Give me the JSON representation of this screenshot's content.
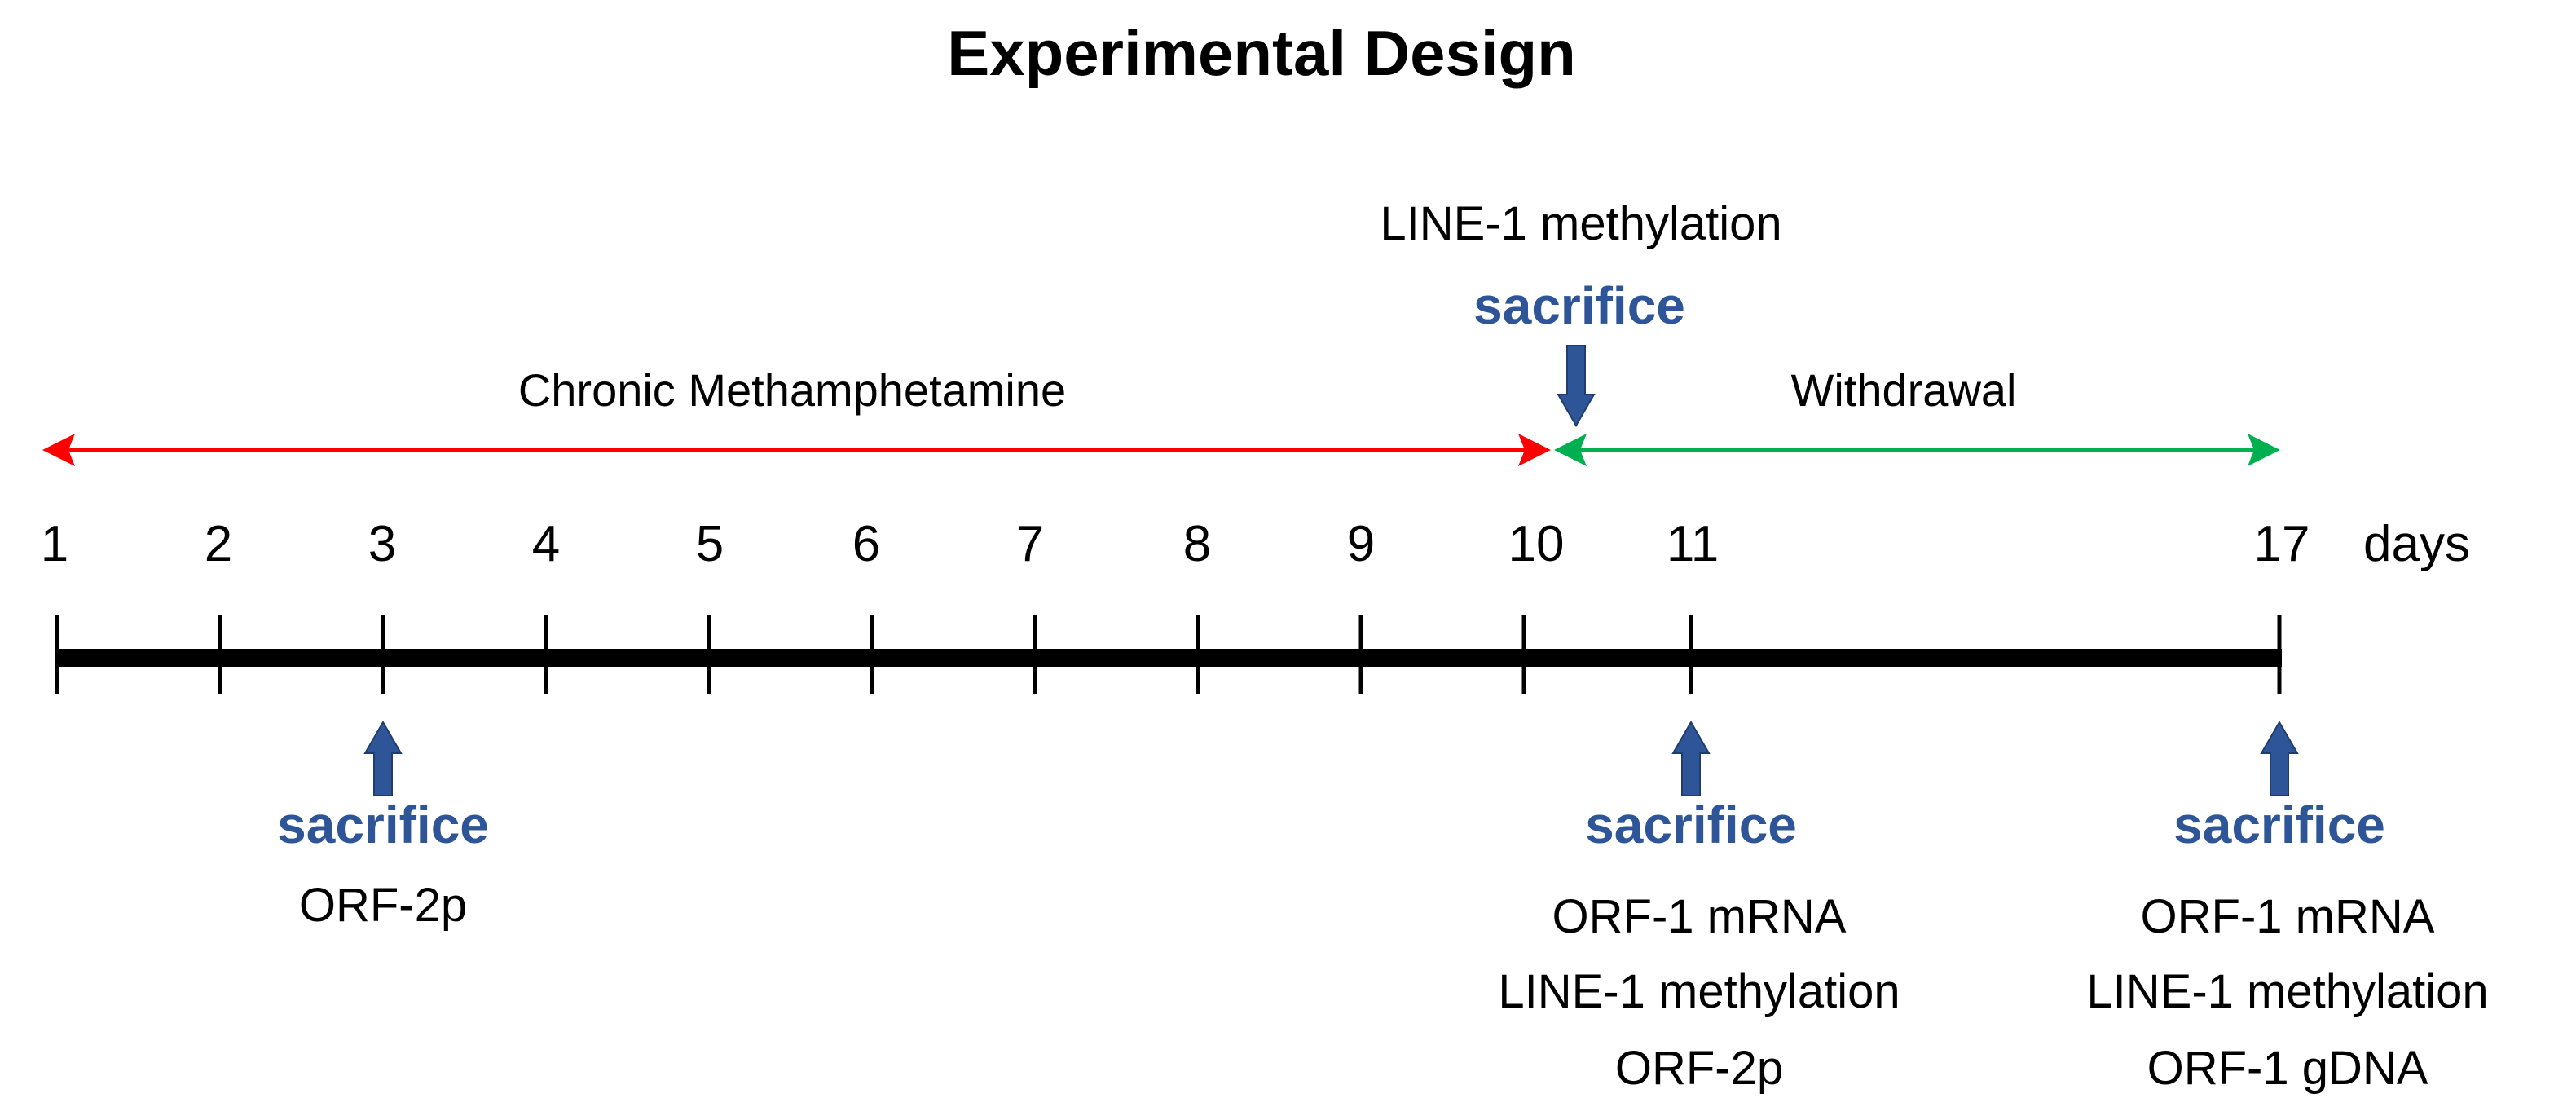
{
  "title": "Experimental Design",
  "unit_label": "days",
  "days": [
    "1",
    "2",
    "3",
    "4",
    "5",
    "6",
    "7",
    "8",
    "9",
    "10",
    "11",
    "17"
  ],
  "periods": [
    {
      "label": "Chronic Methamphetamine",
      "color": "#ff0000"
    },
    {
      "label": "Withdrawal",
      "color": "#00b050"
    }
  ],
  "colors": {
    "timeline": "#000000",
    "sacrifice": "#2e5597"
  },
  "events": [
    {
      "day": "3",
      "marker": "sacrifice",
      "measures": [
        "ORF-2p"
      ]
    },
    {
      "day": "10",
      "marker": "sacrifice",
      "measures": [
        "LINE-1 methylation"
      ]
    },
    {
      "day": "11",
      "marker": "sacrifice",
      "measures": [
        "ORF-1 mRNA",
        "LINE-1 methylation",
        "ORF-2p"
      ]
    },
    {
      "day": "17",
      "marker": "sacrifice",
      "measures": [
        "ORF-1 mRNA",
        "LINE-1 methylation",
        "ORF-1 gDNA"
      ]
    }
  ]
}
